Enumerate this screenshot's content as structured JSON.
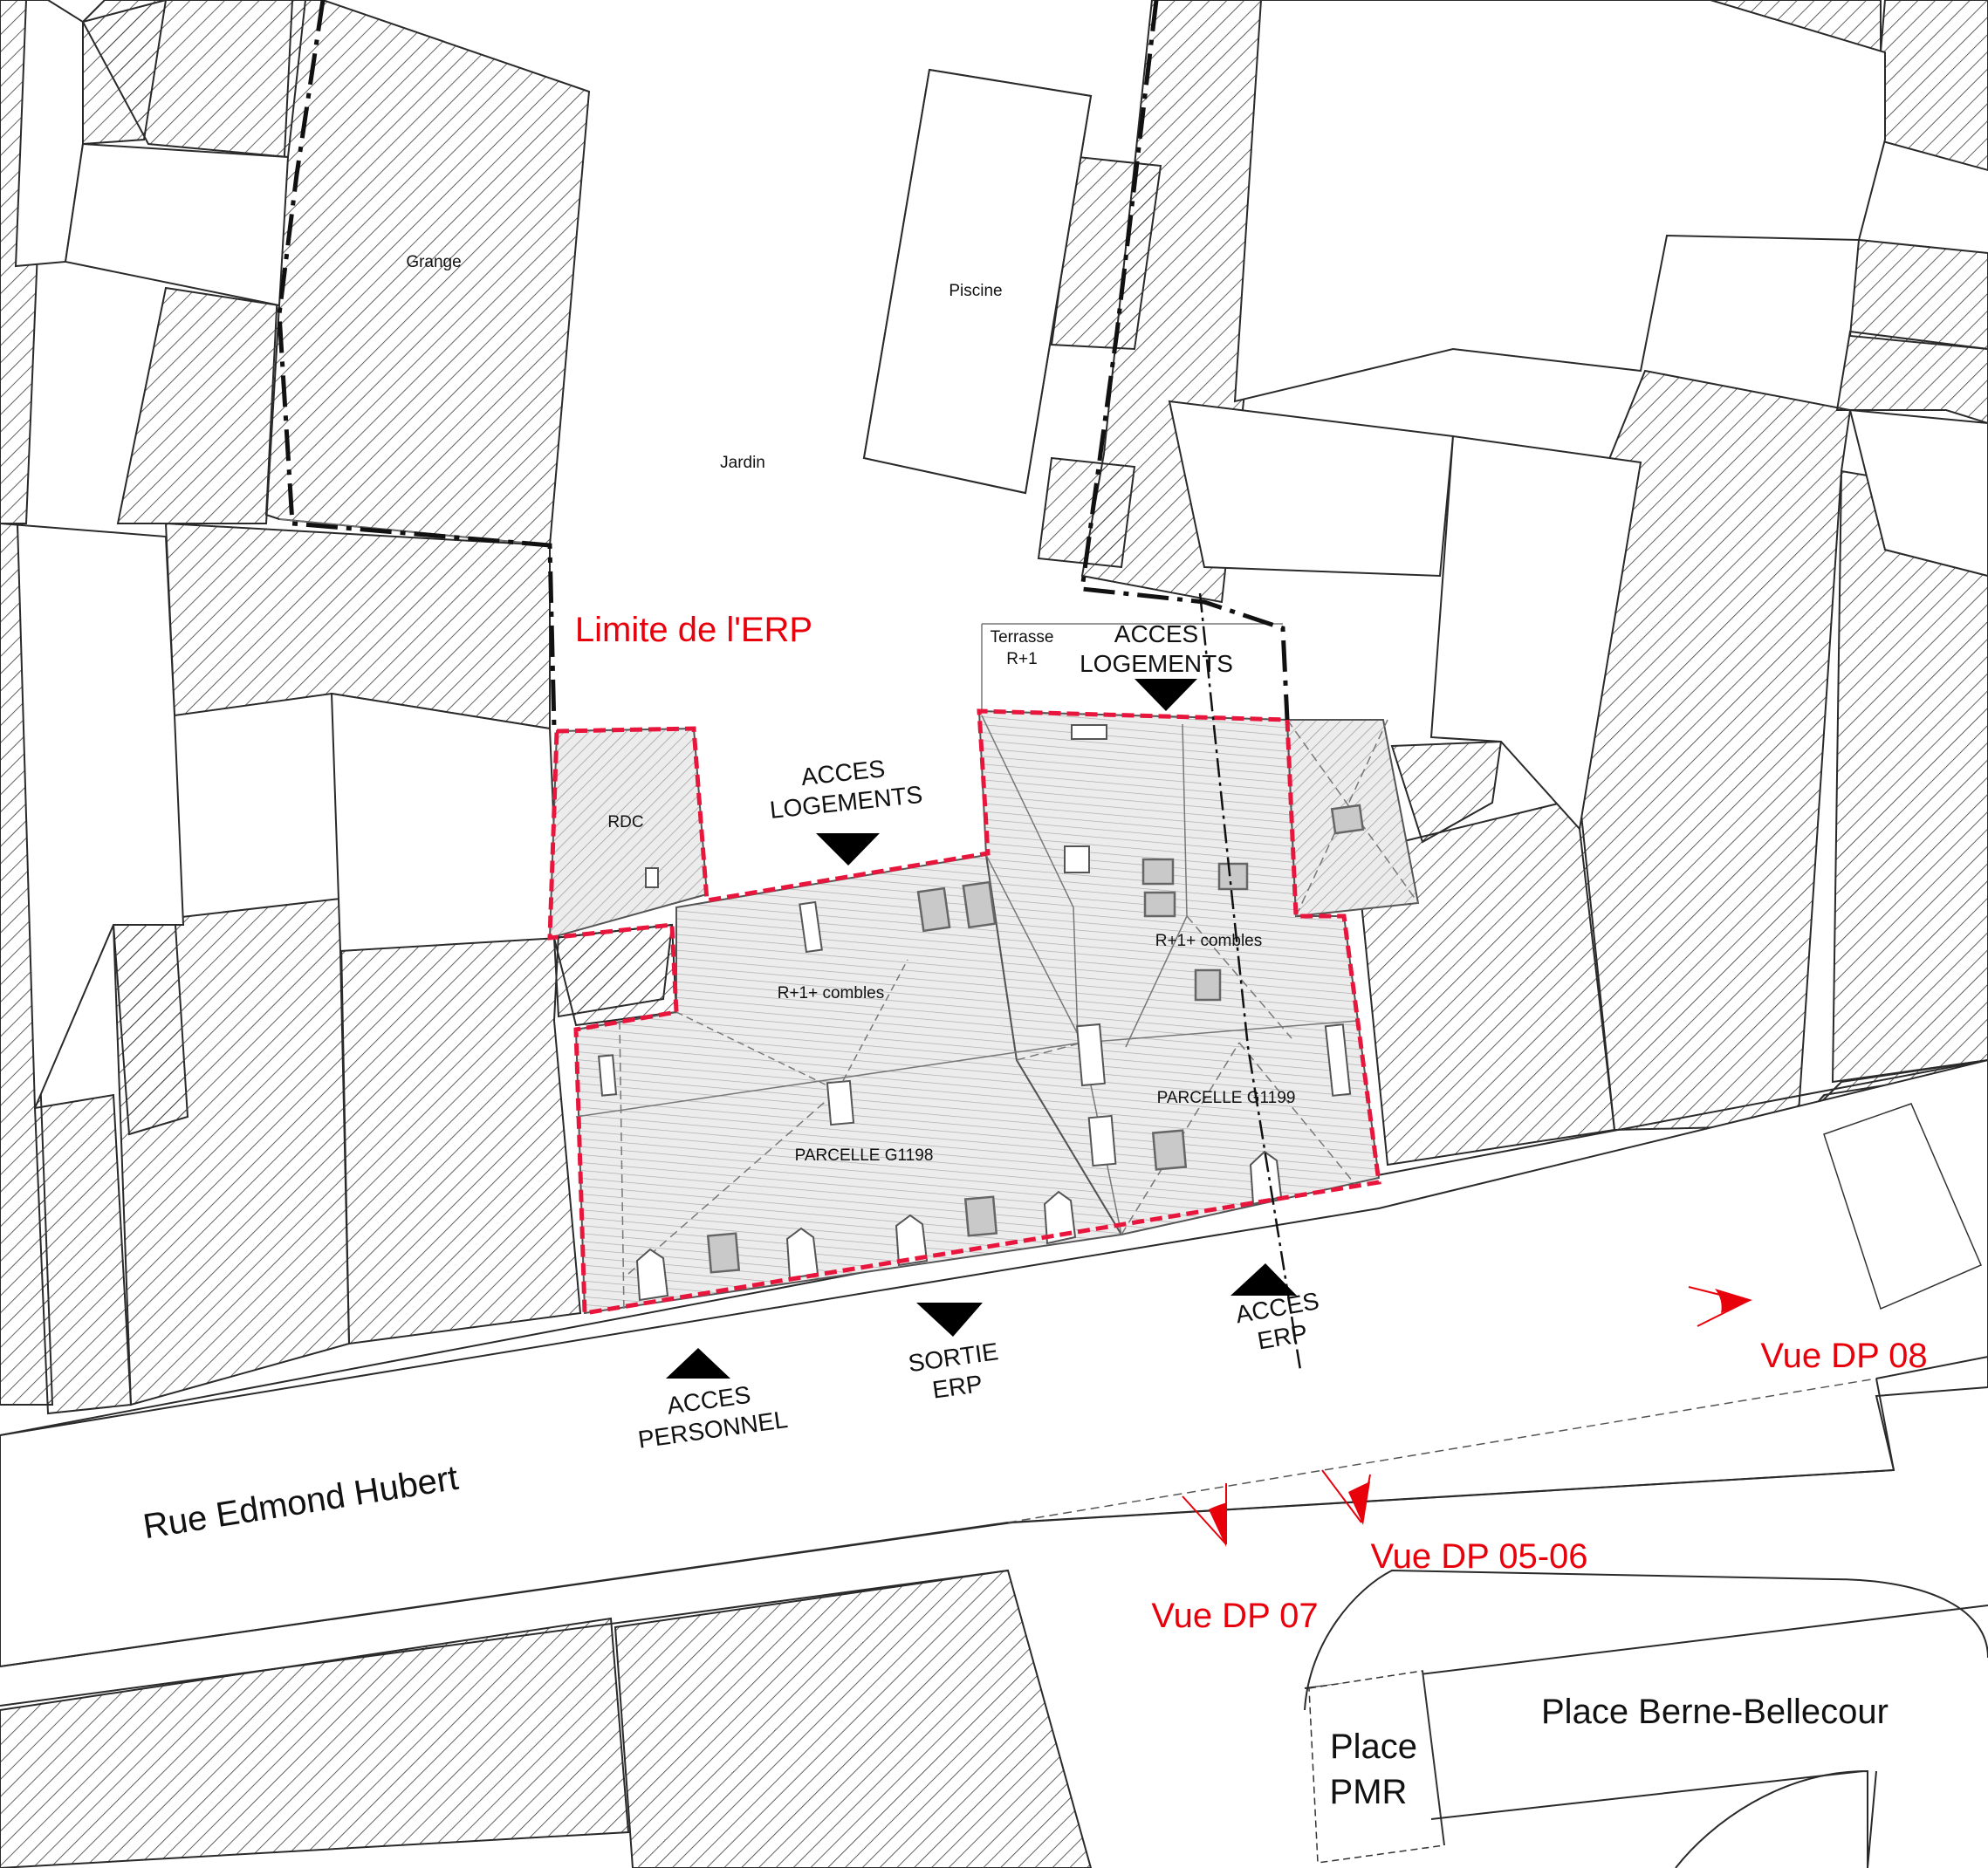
{
  "buildings": {
    "grange": "Grange",
    "piscine": "Piscine",
    "jardin": "Jardin",
    "terrasse": "Terrasse",
    "terrasse_level": "R+1",
    "rdc": "RDC",
    "rplus1_west": "R+1+ combles",
    "rplus1_east": "R+1+ combles"
  },
  "parcels": {
    "g1198": "PARCELLE G1198",
    "g1199": "PARCELLE G1199"
  },
  "erp": {
    "limit_label": "Limite de l'ERP",
    "limit_color": "#e8163c"
  },
  "accesses": {
    "logements_north_l1": "ACCES",
    "logements_north_l2": "LOGEMENTS",
    "logements_mid_l1": "ACCES",
    "logements_mid_l2": "LOGEMENTS",
    "personnel_l1": "ACCES",
    "personnel_l2": "PERSONNEL",
    "sortie_l1": "SORTIE",
    "sortie_l2": "ERP",
    "erp_l1": "ACCES",
    "erp_l2": "ERP"
  },
  "streets": {
    "rue": "Rue Edmond Hubert",
    "place": "Place Berne-Bellecour",
    "pmr_l1": "Place",
    "pmr_l2": "PMR"
  },
  "views": {
    "dp08": "Vue DP 08",
    "dp0506": "Vue DP 05-06",
    "dp07": "Vue DP 07",
    "color": "#e8000b"
  },
  "icons": [
    "access-arrow-icon",
    "view-direction-icon"
  ]
}
